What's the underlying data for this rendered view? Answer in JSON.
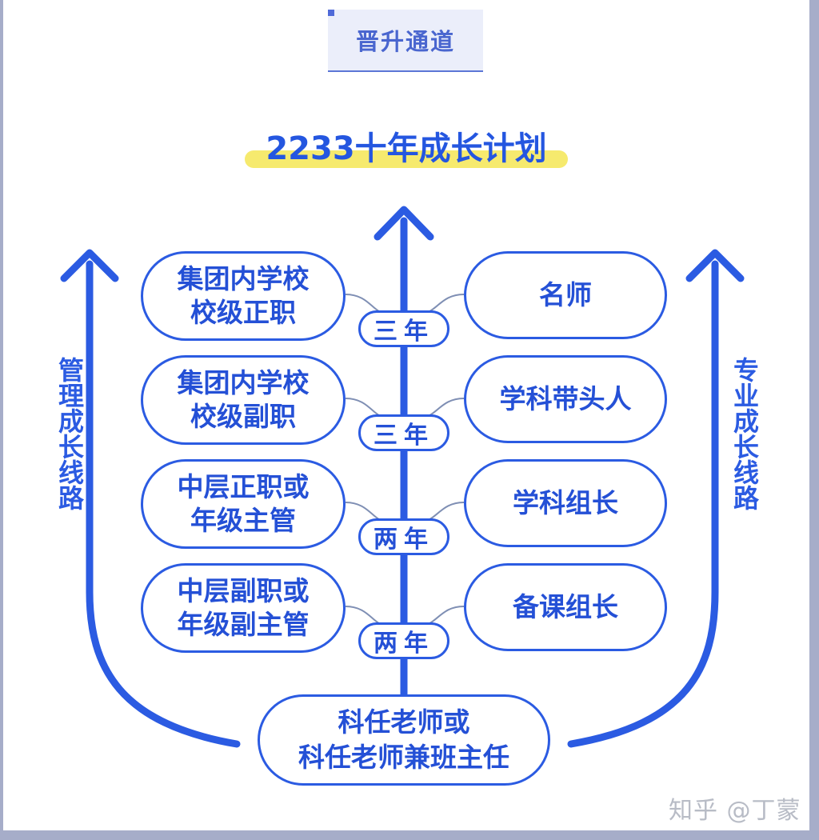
{
  "header": {
    "tab_label": "晋升通道"
  },
  "title": "2233十年成长计划",
  "side_labels": {
    "left": "管理成长线路",
    "right": "专业成长线路"
  },
  "management_track": [
    {
      "label": "集团内学校\n校级正职"
    },
    {
      "label": "集团内学校\n校级副职"
    },
    {
      "label": "中层正职或\n年级主管"
    },
    {
      "label": "中层副职或\n年级副主管"
    }
  ],
  "professional_track": [
    {
      "label": "名师"
    },
    {
      "label": "学科带头人"
    },
    {
      "label": "学科组长"
    },
    {
      "label": "备课组长"
    }
  ],
  "durations": [
    "三年",
    "三年",
    "两年",
    "两年"
  ],
  "base": {
    "line1": "科任老师或",
    "line2": "科任老师兼班主任"
  },
  "watermark": "知乎 @丁蒙",
  "colors": {
    "primary": "#2b5be2",
    "title_highlight": "#f6ea6e",
    "header_bg": "#ebeefa",
    "frame": "#a6adc9"
  }
}
